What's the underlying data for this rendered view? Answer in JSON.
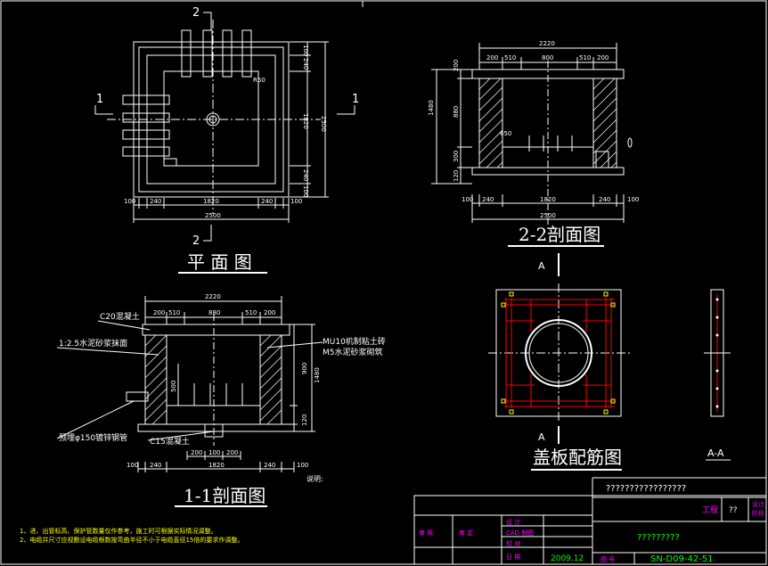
{
  "views": {
    "plan": {
      "title": "平 面 图",
      "section_marks": [
        "1",
        "1",
        "2",
        "2"
      ],
      "bottom_dims": [
        "100",
        "240",
        "1820",
        "240",
        "100"
      ],
      "bottom_total": "2500",
      "right_dims": [
        "100",
        "240",
        "1820",
        "240",
        "100"
      ],
      "right_total": "2500",
      "note_r": "R50"
    },
    "section22": {
      "title": "2-2剖面图",
      "top_total": "2220",
      "top_dims": [
        "200",
        "510",
        "800",
        "510",
        "200"
      ],
      "left_total": "1480",
      "left_dims": [
        "200",
        "880",
        "300",
        "120"
      ],
      "bottom_dims": [
        "100",
        "240",
        "1820",
        "240",
        "100"
      ],
      "bottom_total": "2500",
      "note": "650"
    },
    "section11": {
      "title": "1-1剖面图",
      "top_total": "2220",
      "top_dims": [
        "200",
        "510",
        "880",
        "510",
        "200"
      ],
      "label_c20": "C20混凝土",
      "label_mortar": "1:2.5水泥砂浆抹面",
      "label_brick_1": "MU10机制粘土砖",
      "label_brick_2": "M5水泥砂浆砌筑",
      "label_pipe": "预埋φ150镀锌钢管",
      "label_c15": "C15混凝土",
      "right_dims": [
        "900",
        "120",
        "1480"
      ],
      "bottom_inner": [
        "200",
        "100",
        "200"
      ],
      "bottom_dims": [
        "100",
        "240",
        "1820",
        "240",
        "100"
      ],
      "note_500": "500",
      "explain": "说明:"
    },
    "cover": {
      "title": "盖板配筋图",
      "mark_a": "A",
      "section_title": "A-A"
    }
  },
  "notes": [
    "1、进、出管标高、保护管数量仅作参考，施工时可根据实际情况调整。",
    "2、电缆井尺寸应视敷设电缆根数按弯曲半径不小于电缆直径15倍的要求作调整。"
  ],
  "title_block": {
    "project": "?????????????????",
    "drawing_name": "?????????",
    "label_project": "工程",
    "project_val": "??",
    "stage_1": "设计",
    "stage_2": "阶段",
    "row_labels": [
      "设 计",
      "CAD 制图",
      "校 对",
      "日 期"
    ],
    "left_labels": [
      "审 核",
      "审 定"
    ],
    "date": "2009.12",
    "label_no": "图 号",
    "drawing_no": "SN-D09-42-51"
  },
  "colors": {
    "white": "#ffffff",
    "yellow": "#ffff00",
    "red": "#ff0000",
    "green": "#00ff00",
    "magenta": "#ff00ff"
  }
}
